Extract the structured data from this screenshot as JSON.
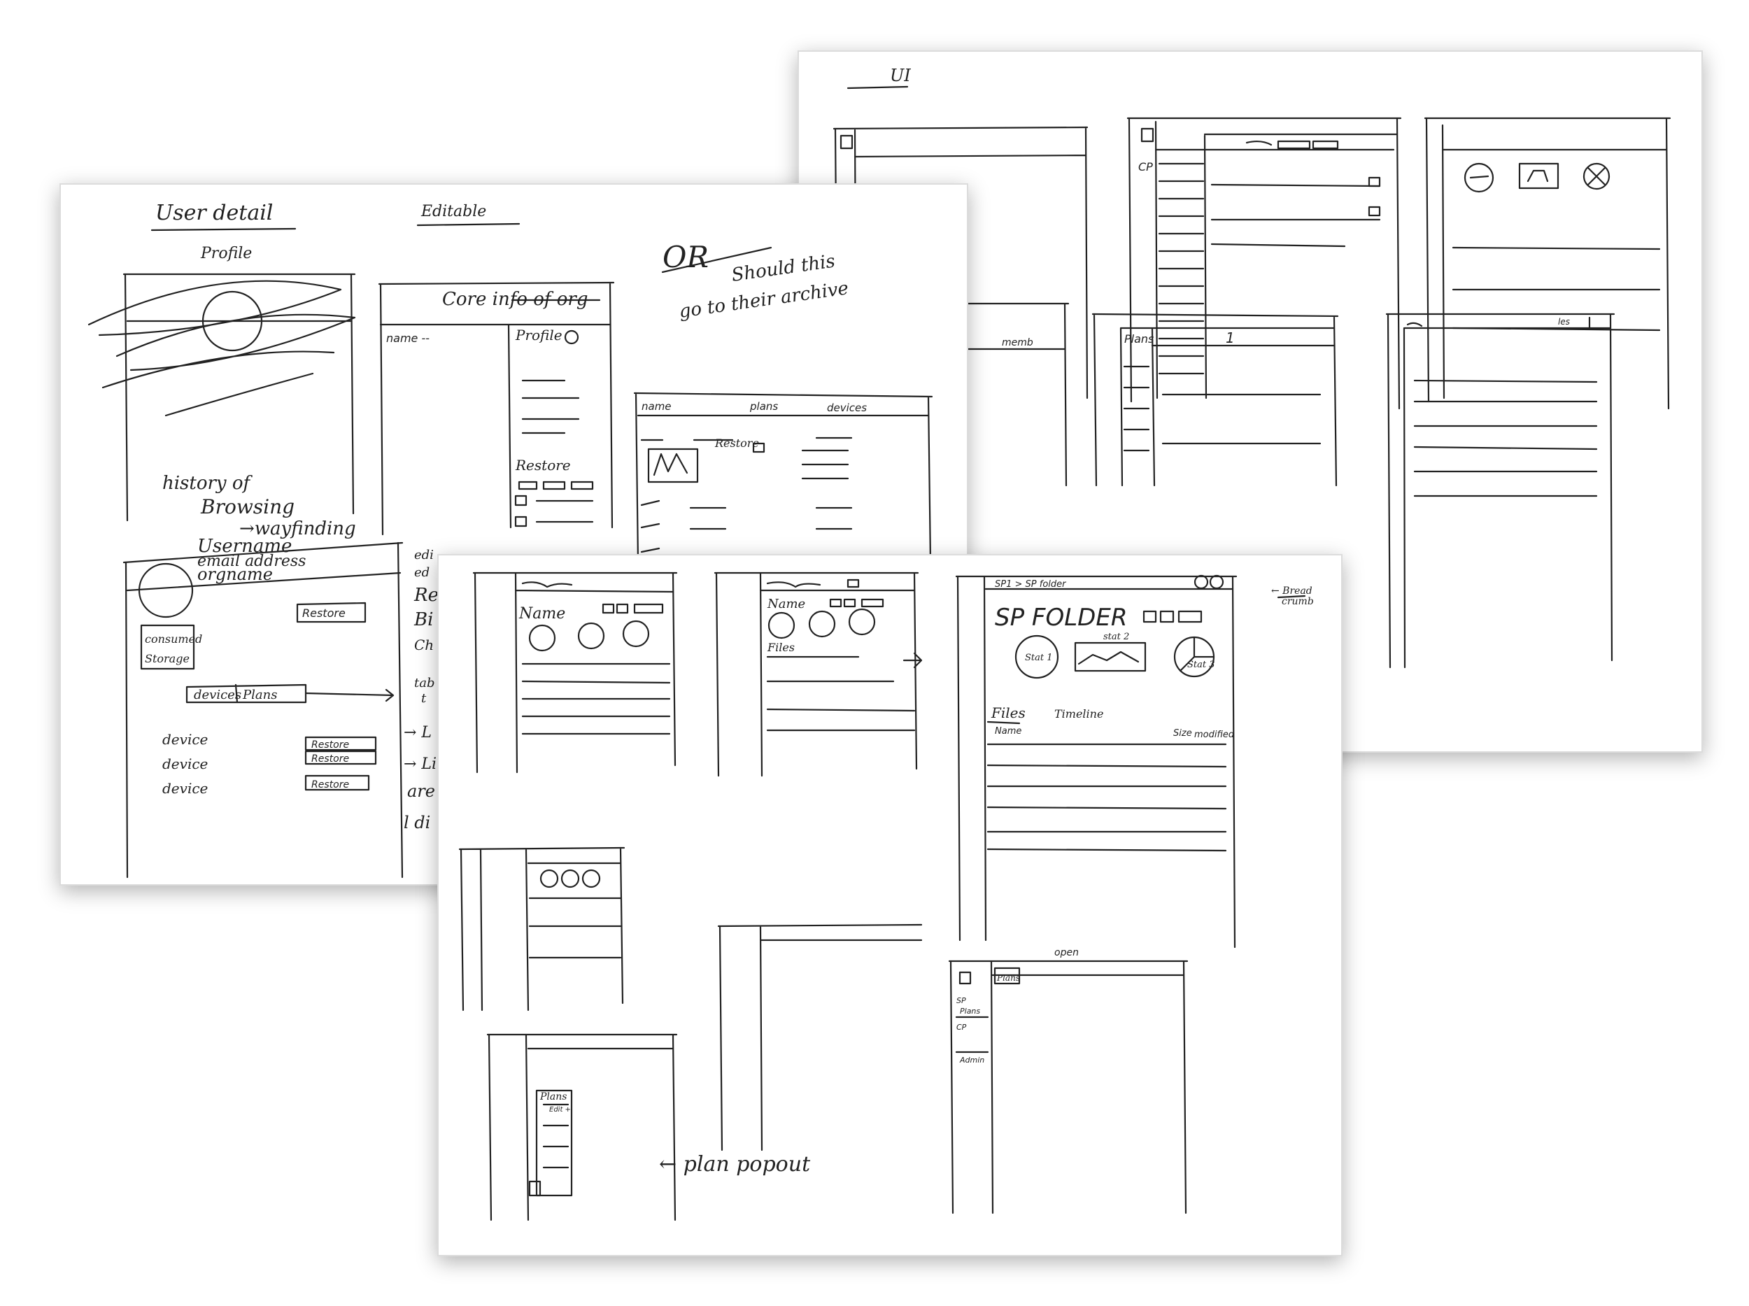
{
  "sheet_right": {
    "heading": "UI",
    "cp_label": "CP",
    "plans_label": "Plans",
    "plans_count": "1",
    "memb_label": "memb",
    "les_label": "les"
  },
  "sheet_left": {
    "title": "User detail",
    "editable": "Editable",
    "profile": "Profile",
    "history": "history of",
    "browsing": "Browsing",
    "wayfinding": "→wayfinding",
    "core_info": "Core info of org",
    "name_label": "name --",
    "profile_panel": "Profile",
    "restore_label": "Restore",
    "or_text": "OR",
    "note_line1": "Should this",
    "note_line2": "go to their archive",
    "col_name": "name",
    "col_plans": "plans",
    "col_devices": "devices",
    "restore_table": "Restore",
    "user_line1": "Username",
    "user_line2": "email address",
    "user_line3": "orgname",
    "restore_btn": "Restore",
    "consumed_1": "consumed",
    "consumed_2": "Storage",
    "tab_devices": "devices",
    "tab_plans": "Plans",
    "devices": [
      {
        "label": "device",
        "btn": "Restore"
      },
      {
        "label": "device",
        "btn": "Restore"
      },
      {
        "label": "device",
        "btn": "Restore"
      }
    ],
    "margin_notes": [
      "edi",
      "ed",
      "Re",
      "Bi",
      "Ch",
      "tab",
      "t",
      "→ L",
      "→ Li",
      "are",
      "l di"
    ]
  },
  "sheet_front": {
    "name_1": "Name",
    "name_2": "Name",
    "files_label": "Files",
    "breadcrumb": "SP1 > SP folder",
    "breadcrumb_note_1": "← Bread",
    "breadcrumb_note_2": "crumb",
    "folder_title": "SP FOLDER",
    "stat_1": "Stat 1",
    "stat_2": "stat 2",
    "stat_3": "Stat 3",
    "tab_files": "Files",
    "tab_timeline": "Timeline",
    "col_name": "Name",
    "col_size": "Size",
    "col_modified": "modified",
    "open_label": "open",
    "plans_tab": "Plans",
    "nav_items": [
      "SP",
      "Plans",
      "CP",
      "Admin"
    ],
    "plans_popout_title": "Plans",
    "plans_popout_edit": "Edit +",
    "plan_popout_note": "← plan popout"
  }
}
